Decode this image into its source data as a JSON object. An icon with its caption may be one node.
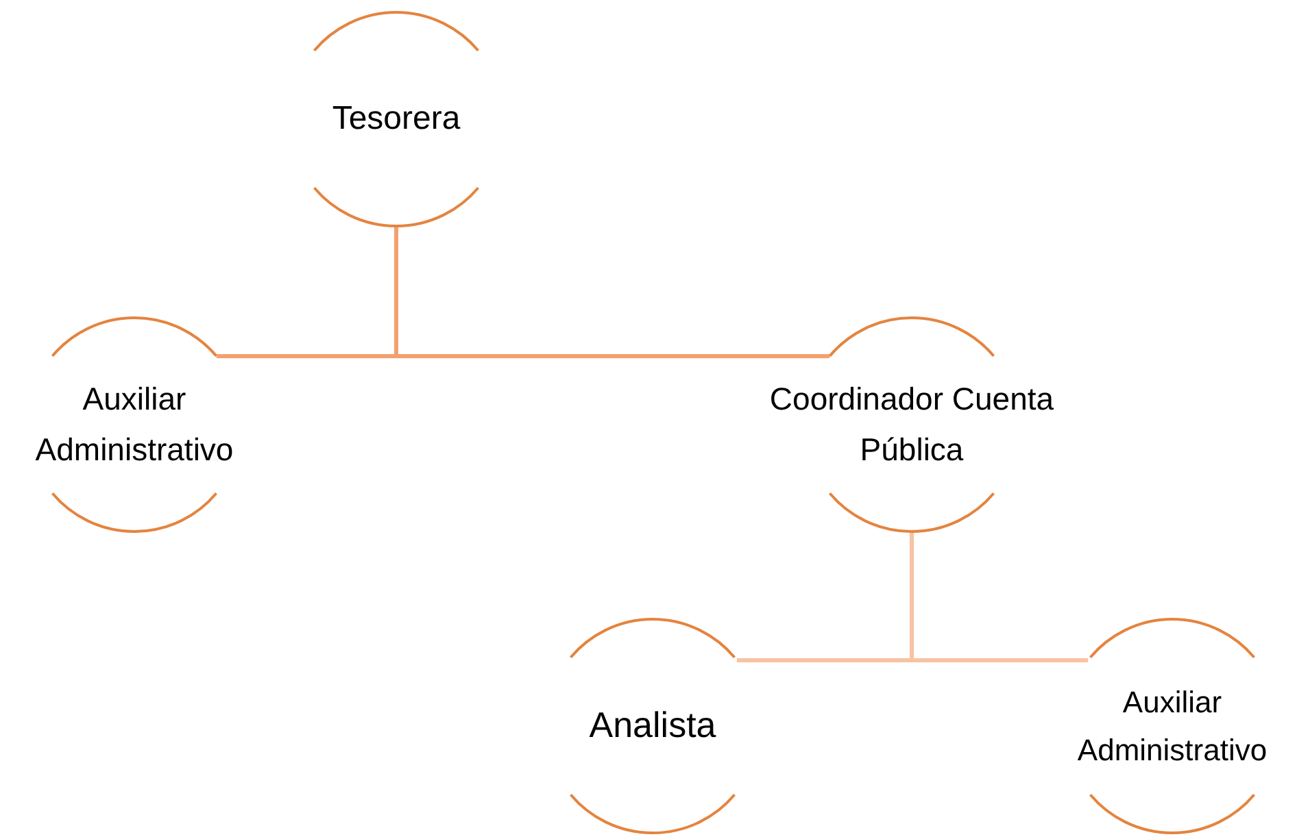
{
  "diagram": {
    "nodes": [
      {
        "text": [
          "Tesorera"
        ]
      },
      {
        "text": [
          "Auxiliar Administrativo"
        ]
      },
      {
        "text": [
          "Coordinador Cuenta Pública"
        ]
      },
      {
        "text": [
          "Analista"
        ]
      },
      {
        "text": [
          "Auxiliar Administrativo"
        ]
      }
    ],
    "edges": [
      {
        "from": 0,
        "to": 1,
        "arrow": "none"
      },
      {
        "from": 0,
        "to": 2,
        "arrow": "none"
      },
      {
        "from": 2,
        "to": 3,
        "arrow": "none",
        "color": "#f8c3a0"
      },
      {
        "from": 2,
        "to": 4,
        "arrow": "none",
        "color": "#f8c3a0"
      }
    ]
  }
}
